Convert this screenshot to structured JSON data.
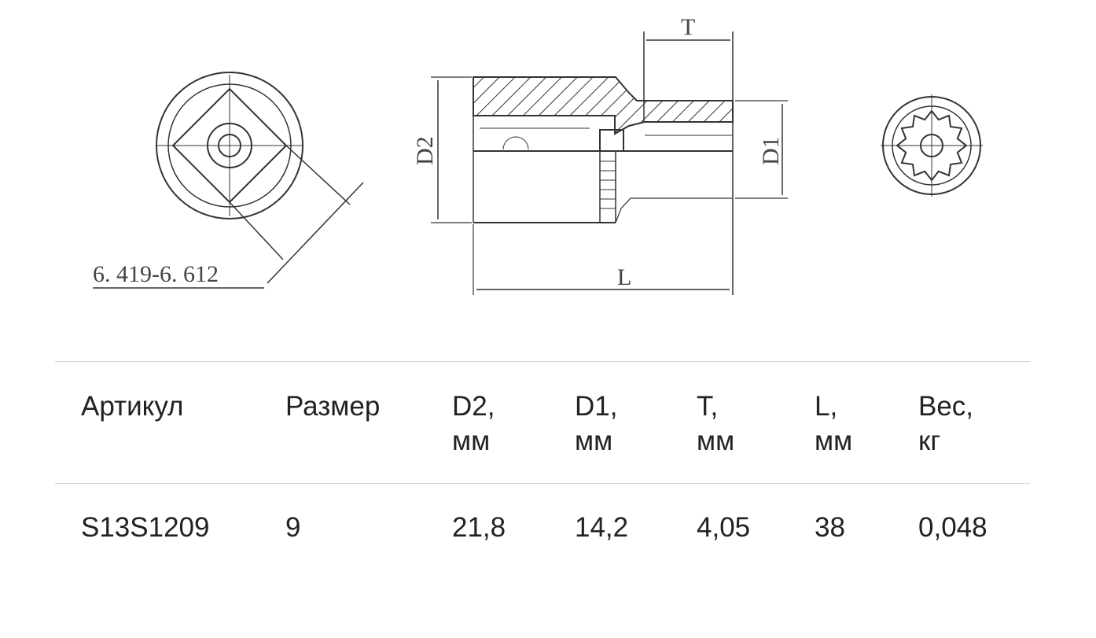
{
  "drawing": {
    "tolerance_label": "6. 419-6. 612",
    "dim_T": "T",
    "dim_D2": "D2",
    "dim_D1": "D1",
    "dim_L": "L"
  },
  "table": {
    "headers": [
      {
        "line1": "Артикул",
        "line2": ""
      },
      {
        "line1": "Размер",
        "line2": ""
      },
      {
        "line1": "D2,",
        "line2": "мм"
      },
      {
        "line1": "D1,",
        "line2": "мм"
      },
      {
        "line1": "T,",
        "line2": "мм"
      },
      {
        "line1": "L,",
        "line2": "мм"
      },
      {
        "line1": "Вес,",
        "line2": "кг"
      }
    ],
    "rows": [
      [
        "S13S1209",
        "9",
        "21,8",
        "14,2",
        "4,05",
        "38",
        "0,048"
      ]
    ]
  }
}
